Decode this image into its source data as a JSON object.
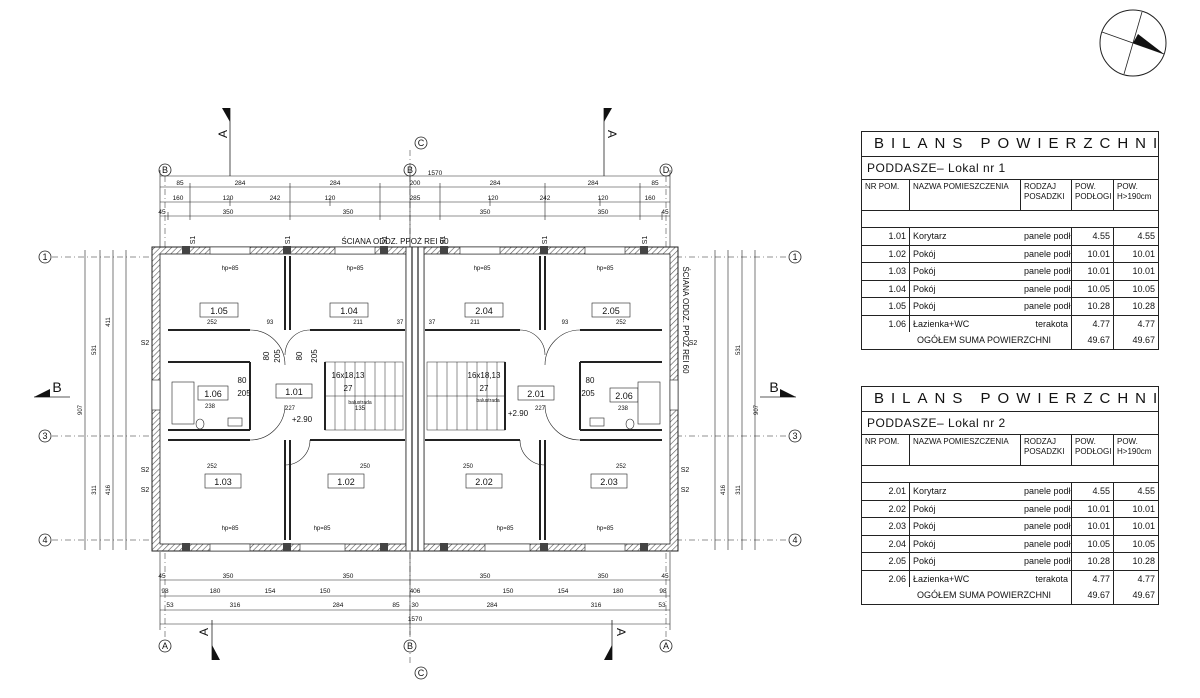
{
  "plan": {
    "axis_letters_top": [
      "B",
      "B",
      "D"
    ],
    "axis_letter_c": "C",
    "axis_letters_bottom": [
      "A",
      "B",
      "A"
    ],
    "axis_numbers": [
      "1",
      "3",
      "4"
    ],
    "section_a": "A",
    "section_b": "B",
    "fire_wall_label": "ŚCIANA ODDZ. PPOŻ REI 60",
    "fire_wall_label_vertical": "ŚCIANA ODDZ. PPOŻ REI 60",
    "rooms": [
      "1.05",
      "1.04",
      "1.06",
      "1.01",
      "1.03",
      "1.02",
      "2.04",
      "2.05",
      "2.01",
      "2.06",
      "2.02",
      "2.03"
    ],
    "stairs": [
      "16x18,13",
      "16x18,13"
    ],
    "stairs_steps": [
      "27",
      "27"
    ],
    "levels": [
      "+2.90",
      "+2.90"
    ],
    "windows_label": "hp=85",
    "balustrade": "balustrada",
    "pillars": [
      "S1",
      "S2"
    ],
    "dims_top_1": [
      "85",
      "284",
      "284",
      "200",
      "284",
      "284",
      "85"
    ],
    "dims_top_total": "1570",
    "dims_top_2": [
      "160",
      "120",
      "242",
      "120",
      "285",
      "120",
      "242",
      "120",
      "160"
    ],
    "dims_top_3": [
      "45",
      "350",
      "350",
      "350",
      "350",
      "45"
    ],
    "dims_bottom_1": [
      "45",
      "350",
      "350",
      "350",
      "350",
      "45"
    ],
    "dims_bottom_2": [
      "98",
      "180",
      "154",
      "150",
      "406",
      "150",
      "154",
      "180",
      "98"
    ],
    "dims_bottom_3": [
      "53",
      "316",
      "284",
      "85",
      "30",
      "284",
      "316",
      "53"
    ],
    "dims_bottom_total": "1570",
    "dims_left": [
      "531",
      "411",
      "907",
      "311",
      "416"
    ],
    "dims_right": [
      "531",
      "907",
      "311",
      "416"
    ],
    "door_dims": [
      "80",
      "205",
      "80",
      "205"
    ],
    "room_dims": [
      "252",
      "93",
      "211",
      "37",
      "250",
      "227",
      "238",
      "135"
    ]
  },
  "table1": {
    "title": "BILANS POWIERZCHNI",
    "subtitle": "PODDASZE– Lokal nr 1",
    "headers": [
      "NR POM.",
      "NAZWA POMIESZCZENIA",
      "RODZAJ POSADZKI",
      "POW. PODŁOGI",
      "POW. H>190cm"
    ],
    "rows": [
      {
        "nr": "1.01",
        "name": "Korytarz",
        "floor": "panele podł.",
        "area": "4.55",
        "area_h": "4.55"
      },
      {
        "nr": "1.02",
        "name": "Pokój",
        "floor": "panele podł.",
        "area": "10.01",
        "area_h": "10.01"
      },
      {
        "nr": "1.03",
        "name": "Pokój",
        "floor": "panele podł.",
        "area": "10.01",
        "area_h": "10.01"
      },
      {
        "nr": "1.04",
        "name": "Pokój",
        "floor": "panele podł.",
        "area": "10.05",
        "area_h": "10.05"
      },
      {
        "nr": "1.05",
        "name": "Pokój",
        "floor": "panele podł.",
        "area": "10.28",
        "area_h": "10.28"
      },
      {
        "nr": "1.06",
        "name": "Łazienka+WC",
        "floor": "terakota",
        "area": "4.77",
        "area_h": "4.77"
      }
    ],
    "sum_label": "OGÓŁEM SUMA POWIERZCHNI",
    "sum_area": "49.67",
    "sum_area_h": "49.67"
  },
  "table2": {
    "title": "BILANS POWIERZCHNI",
    "subtitle": "PODDASZE– Lokal nr 2",
    "headers": [
      "NR POM.",
      "NAZWA POMIESZCZENIA",
      "RODZAJ POSADZKI",
      "POW. PODŁOGI",
      "POW. H>190cm"
    ],
    "rows": [
      {
        "nr": "2.01",
        "name": "Korytarz",
        "floor": "panele podł.",
        "area": "4.55",
        "area_h": "4.55"
      },
      {
        "nr": "2.02",
        "name": "Pokój",
        "floor": "panele podł.",
        "area": "10.01",
        "area_h": "10.01"
      },
      {
        "nr": "2.03",
        "name": "Pokój",
        "floor": "panele podł.",
        "area": "10.01",
        "area_h": "10.01"
      },
      {
        "nr": "2.04",
        "name": "Pokój",
        "floor": "panele podł.",
        "area": "10.05",
        "area_h": "10.05"
      },
      {
        "nr": "2.05",
        "name": "Pokój",
        "floor": "panele podł.",
        "area": "10.28",
        "area_h": "10.28"
      },
      {
        "nr": "2.06",
        "name": "Łazienka+WC",
        "floor": "terakota",
        "area": "4.77",
        "area_h": "4.77"
      }
    ],
    "sum_label": "OGÓŁEM SUMA POWIERZCHNI",
    "sum_area": "49.67",
    "sum_area_h": "49.67"
  }
}
